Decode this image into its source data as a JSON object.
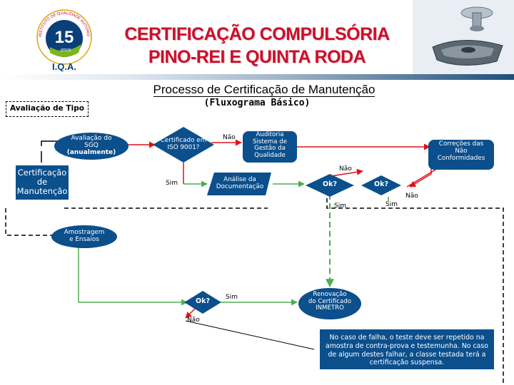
{
  "header": {
    "title_line1": "CERTIFICAÇÃO COMPULSÓRIA",
    "title_line2": "PINO-REI E QUINTA RODA"
  },
  "logo": {
    "ring_text": "INSTITUTO DE QUALIDADE AUTOMOTIVA",
    "number": "15",
    "anos": "anos",
    "iqa": "I.Q.A."
  },
  "process_title": "Processo de Certificação de Manutenção",
  "process_subtitle": "(Fluxograma Básico)",
  "nodes": {
    "avaliacao_tipo": "Avaliação de Tipo",
    "avaliacao_sgq": [
      "Avaliação do",
      "SGQ",
      "(anualmente)"
    ],
    "certificacao_manutencao": [
      "Certificação",
      "de",
      "Manutenção"
    ],
    "certificado_iso": [
      "Certificado em",
      "ISO 9001?"
    ],
    "auditoria": [
      "Auditoria",
      "Sistema de",
      "Gestão da",
      "Qualidade"
    ],
    "correcoes": [
      "Correções das",
      "Não",
      "Conformidades"
    ],
    "analise": [
      "Análise da",
      "Documentação"
    ],
    "ok1": "Ok?",
    "ok2": "Ok?",
    "amostragem": [
      "Amostragem",
      "e Ensaios"
    ],
    "ok3": "Ok?",
    "renovacao": [
      "Renovação",
      "do Certificado",
      "INMETRO"
    ]
  },
  "edge_labels": {
    "nao_iso": "Não",
    "sim_iso": "Sim",
    "nao_ok1": "Não",
    "sim_ok1": "Sim",
    "sim_ok2": "Sim",
    "nao_ok2": "Não",
    "sim_ok3": "Sim",
    "nao_ok3": "Não"
  },
  "note": "No caso de falha, o teste deve ser repetido na amostra de contra-prova e testemunha. No caso de algum destes falhar, a classe testada terá a certificação suspensa.",
  "colors": {
    "brand_red": "#c8102e",
    "node_blue": "#0b4f8c",
    "flow_green": "#4caf50",
    "flow_red": "#e0101a"
  }
}
